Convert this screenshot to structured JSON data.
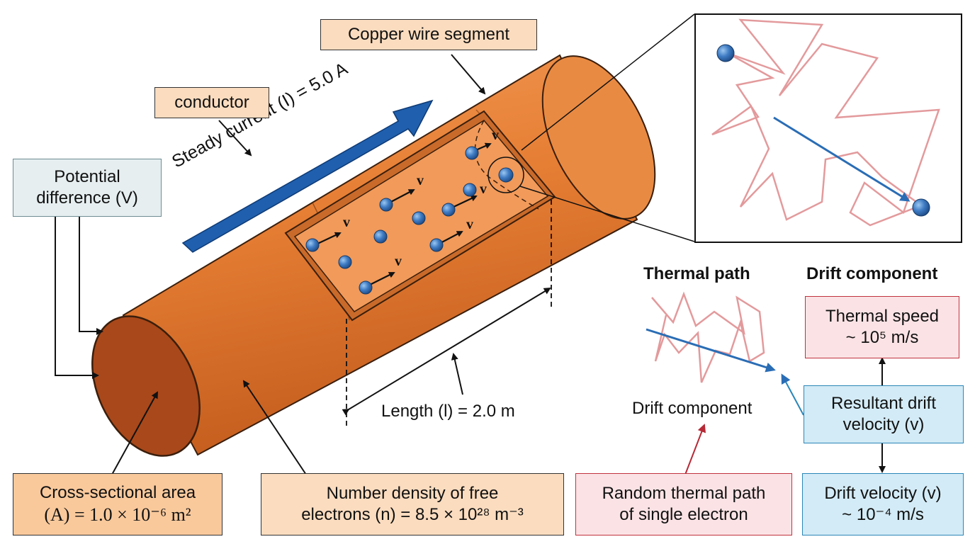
{
  "labels": {
    "copper_wire": "Copper wire segment",
    "conductor": "conductor",
    "potential_line1": "Potential",
    "potential_line2": "difference (V)",
    "current_arrow": "Steady current (I) = 5.0 A",
    "length": "Length (l) = 2.0 m",
    "cross_line1": "Cross-sectional area",
    "cross_line2": "(A) = 1.0 × 10⁻⁶ m²",
    "density_line1": "Number density of free",
    "density_line2": "electrons (n) = 8.5 × 10²⁸ m⁻³",
    "thermal_path_heading": "Thermal path",
    "drift_component_heading": "Drift component",
    "drift_component_caption": "Drift component",
    "thermal_speed_line1": "Thermal speed",
    "thermal_speed_line2": "~ 10⁵ m/s",
    "resultant_line1": "Resultant drift",
    "resultant_line2": "velocity (v)",
    "drift_velocity_line1": "Drift velocity (v)",
    "drift_velocity_line2": "~ 10⁻⁴ m/s",
    "random_line1": "Random thermal path",
    "random_line2": "of single electron",
    "vector_symbol": "v⃗"
  },
  "colors": {
    "copper_body": "#e67e34",
    "copper_dark": "#c9601f",
    "copper_end": "#a9481a",
    "electron": "#3f7cc4",
    "current_arrow": "#1f5fad",
    "thermal_path": "#e39a9c",
    "drift_arrow": "#2a6db5"
  }
}
